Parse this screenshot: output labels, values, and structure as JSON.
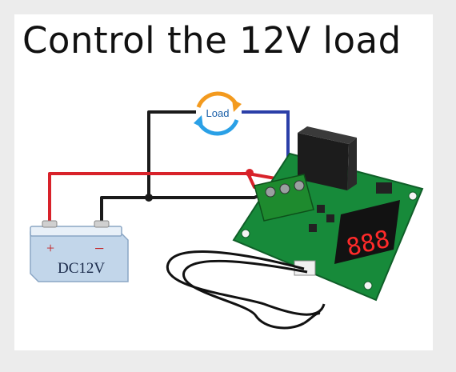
{
  "title": "Control the 12V load",
  "load": {
    "label": "Load"
  },
  "battery": {
    "label": "DC12V",
    "plus_symbol": "+",
    "minus_symbol": "−"
  },
  "colors": {
    "positive_wire": "#d8222a",
    "negative_wire": "#1a1a1a",
    "load_wire": "#2b3fa8",
    "board": "#178a3a",
    "relay": "#1c1c1c",
    "terminal": "#1e8a2e",
    "display_digits": "#ff2a2a",
    "battery_body": "#d7e6f5",
    "load_arrow_orange": "#f39a1e",
    "load_arrow_blue": "#2aa0e6"
  }
}
